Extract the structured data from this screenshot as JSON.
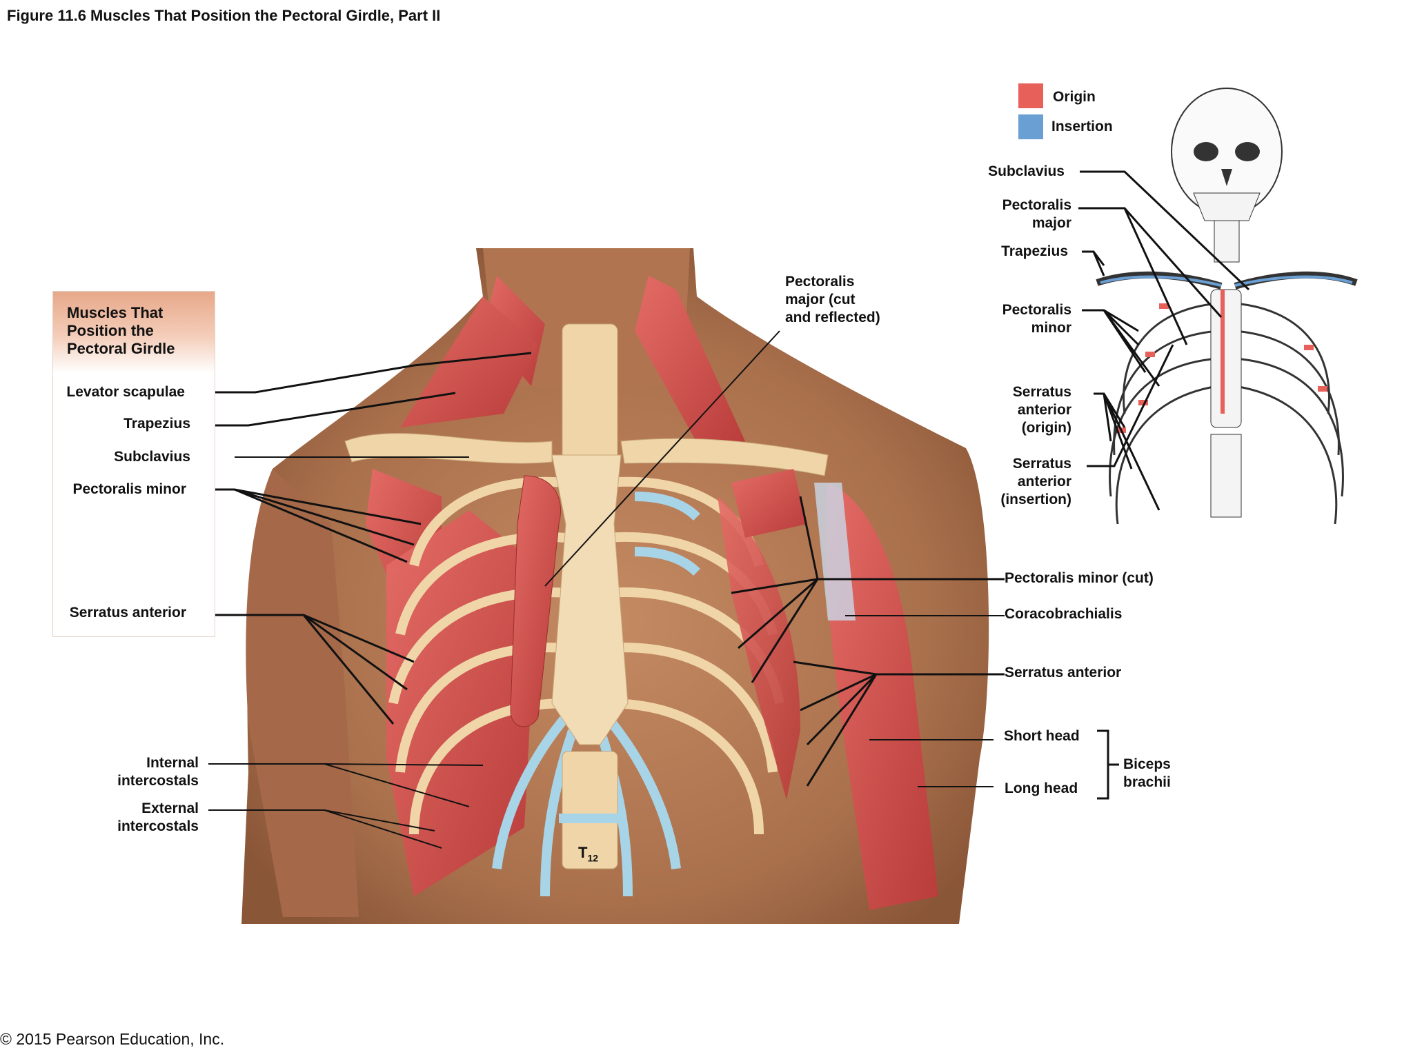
{
  "figure_title": "Figure 11.6 Muscles That Position the Pectoral Girdle, Part II",
  "copyright": "© 2015 Pearson Education, Inc.",
  "box": {
    "title": "Muscles That\nPosition the\nPectoral Girdle",
    "labels": {
      "levator_scapulae": "Levator scapulae",
      "trapezius": "Trapezius",
      "subclavius": "Subclavius",
      "pectoralis_minor": "Pectoralis minor",
      "serratus_anterior": "Serratus anterior"
    }
  },
  "left_labels": {
    "internal_intercostals": "Internal\nintercostals",
    "external_intercostals": "External\nintercostals"
  },
  "center_labels": {
    "pectoralis_major_cut": "Pectoralis\nmajor (cut\nand reflected)",
    "vertebra_letter": "T",
    "vertebra_number": "12"
  },
  "right_labels": {
    "pectoralis_minor_cut": "Pectoralis minor (cut)",
    "coracobrachialis": "Coracobrachialis",
    "serratus_anterior": "Serratus anterior",
    "short_head": "Short head",
    "long_head": "Long head",
    "biceps_brachii": "Biceps\nbrachii"
  },
  "legend": {
    "origin": "Origin",
    "insertion": "Insertion",
    "origin_color": "#e8605a",
    "insertion_color": "#6a9fd4"
  },
  "skeleton_labels": {
    "subclavius": "Subclavius",
    "pectoralis_major": "Pectoralis\nmajor",
    "trapezius": "Trapezius",
    "pectoralis_minor": "Pectoralis\nminor",
    "serratus_origin": "Serratus\nanterior\n(origin)",
    "serratus_insertion": "Serratus\nanterior\n(insertion)"
  },
  "colors": {
    "skin": "#b87a55",
    "muscle": "#d9534f",
    "bone": "#f0d5a8",
    "cartilage": "#a8d4e8"
  }
}
